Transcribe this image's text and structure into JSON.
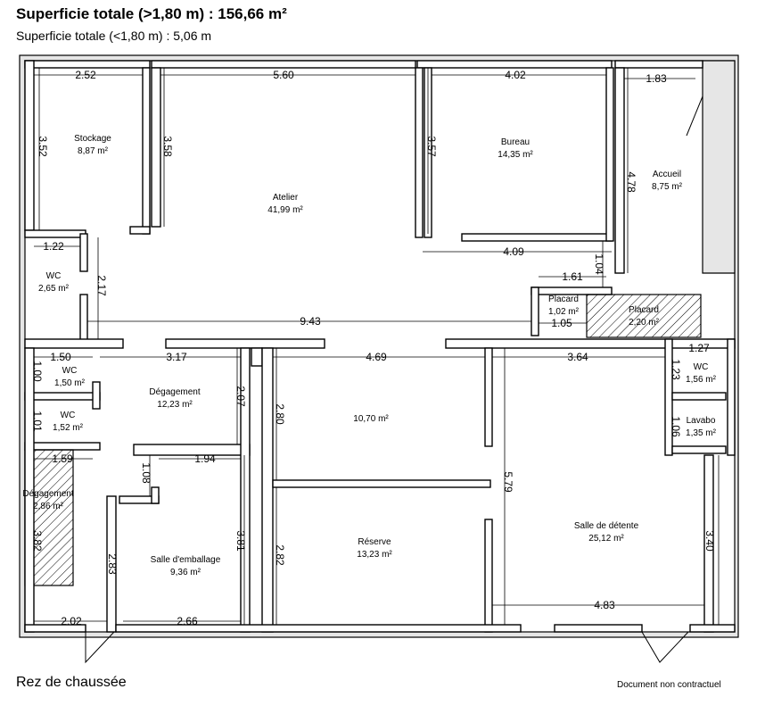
{
  "header": {
    "title": "Superficie totale (>1,80 m) : 156,66 m²",
    "subtitle": "Superficie totale (<1,80 m) : 5,06 m"
  },
  "footer": {
    "level": "Rez de chaussée",
    "disclaimer": "Document non contractuel"
  },
  "colors": {
    "outer_fill": "#e6e6e6",
    "wall_stroke": "#000000",
    "hatch": "#000000"
  },
  "rooms": {
    "stockage": {
      "name": "Stockage",
      "area": "8,87 m²"
    },
    "atelier": {
      "name": "Atelier",
      "area": "41,99 m²"
    },
    "bureau": {
      "name": "Bureau",
      "area": "14,35 m²"
    },
    "accueil": {
      "name": "Accueil",
      "area": "8,75 m²"
    },
    "wc1": {
      "name": "WC",
      "area": "2,65 m²"
    },
    "placard1": {
      "name": "Placard",
      "area": "1,02 m²"
    },
    "placard2": {
      "name": "Placard",
      "area": "2,20 m²"
    },
    "wc2": {
      "name": "WC",
      "area": "1,50 m²"
    },
    "wc3": {
      "name": "WC",
      "area": "1,52 m²"
    },
    "degagement1": {
      "name": "Dégagement",
      "area": "12,23 m²"
    },
    "degagement2": {
      "name": "Dégagement",
      "area": "2,86 m²"
    },
    "hidden_area": {
      "area": "10,70 m²"
    },
    "wc4": {
      "name": "WC",
      "area": "1,56 m²"
    },
    "lavabo": {
      "name": "Lavabo",
      "area": "1,35 m²"
    },
    "reserve": {
      "name": "Réserve",
      "area": "13,23 m²"
    },
    "salle_detente": {
      "name": "Salle de détente",
      "area": "25,12 m²"
    },
    "salle_emballage": {
      "name": "Salle d'emballage",
      "area": "9,36 m²"
    }
  },
  "dimensions": {
    "d252": "2.52",
    "d560": "5.60",
    "d402": "4.02",
    "d183": "1.83",
    "d352": "3.52",
    "d358": "3.58",
    "d357": "3.57",
    "d478": "4.78",
    "d122": "1.22",
    "d217": "2.17",
    "d409": "4.09",
    "d104": "1.04",
    "d161": "1.61",
    "d943": "9.43",
    "d105": "1.05",
    "d150": "1.50",
    "d317": "3.17",
    "d469": "4.69",
    "d364": "3.64",
    "d127": "1.27",
    "d100": "1.00",
    "d207": "2.07",
    "d280": "2.80",
    "d123": "1.23",
    "d101": "1.01",
    "d106": "1.06",
    "d159": "1.59",
    "d194": "1.94",
    "d108": "1.08",
    "d579": "5.79",
    "d382": "3.82",
    "d283": "2.83",
    "d381": "3.81",
    "d282": "2.82",
    "d340": "3.40",
    "d483": "4.83",
    "d202": "2.02",
    "d266": "2.66"
  }
}
